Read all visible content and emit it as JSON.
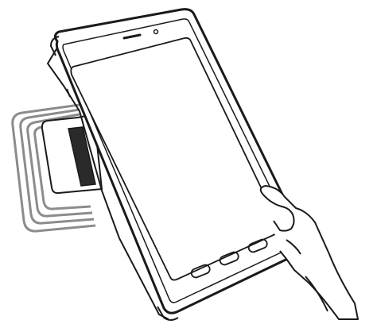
{
  "illustration": {
    "subject": "tablet-nfc-tap",
    "colors": {
      "background": "#ffffff",
      "line": "#1a1a1a",
      "wave": "#8c8c8c",
      "device_body": "#ffffff",
      "card_dark": "#2a2a2a"
    },
    "elements": {
      "nfc_waves": "nfc-signal-waves",
      "nfc_card": "nfc-card",
      "tablet": "rugged-tablet",
      "hand": "right-hand"
    }
  }
}
